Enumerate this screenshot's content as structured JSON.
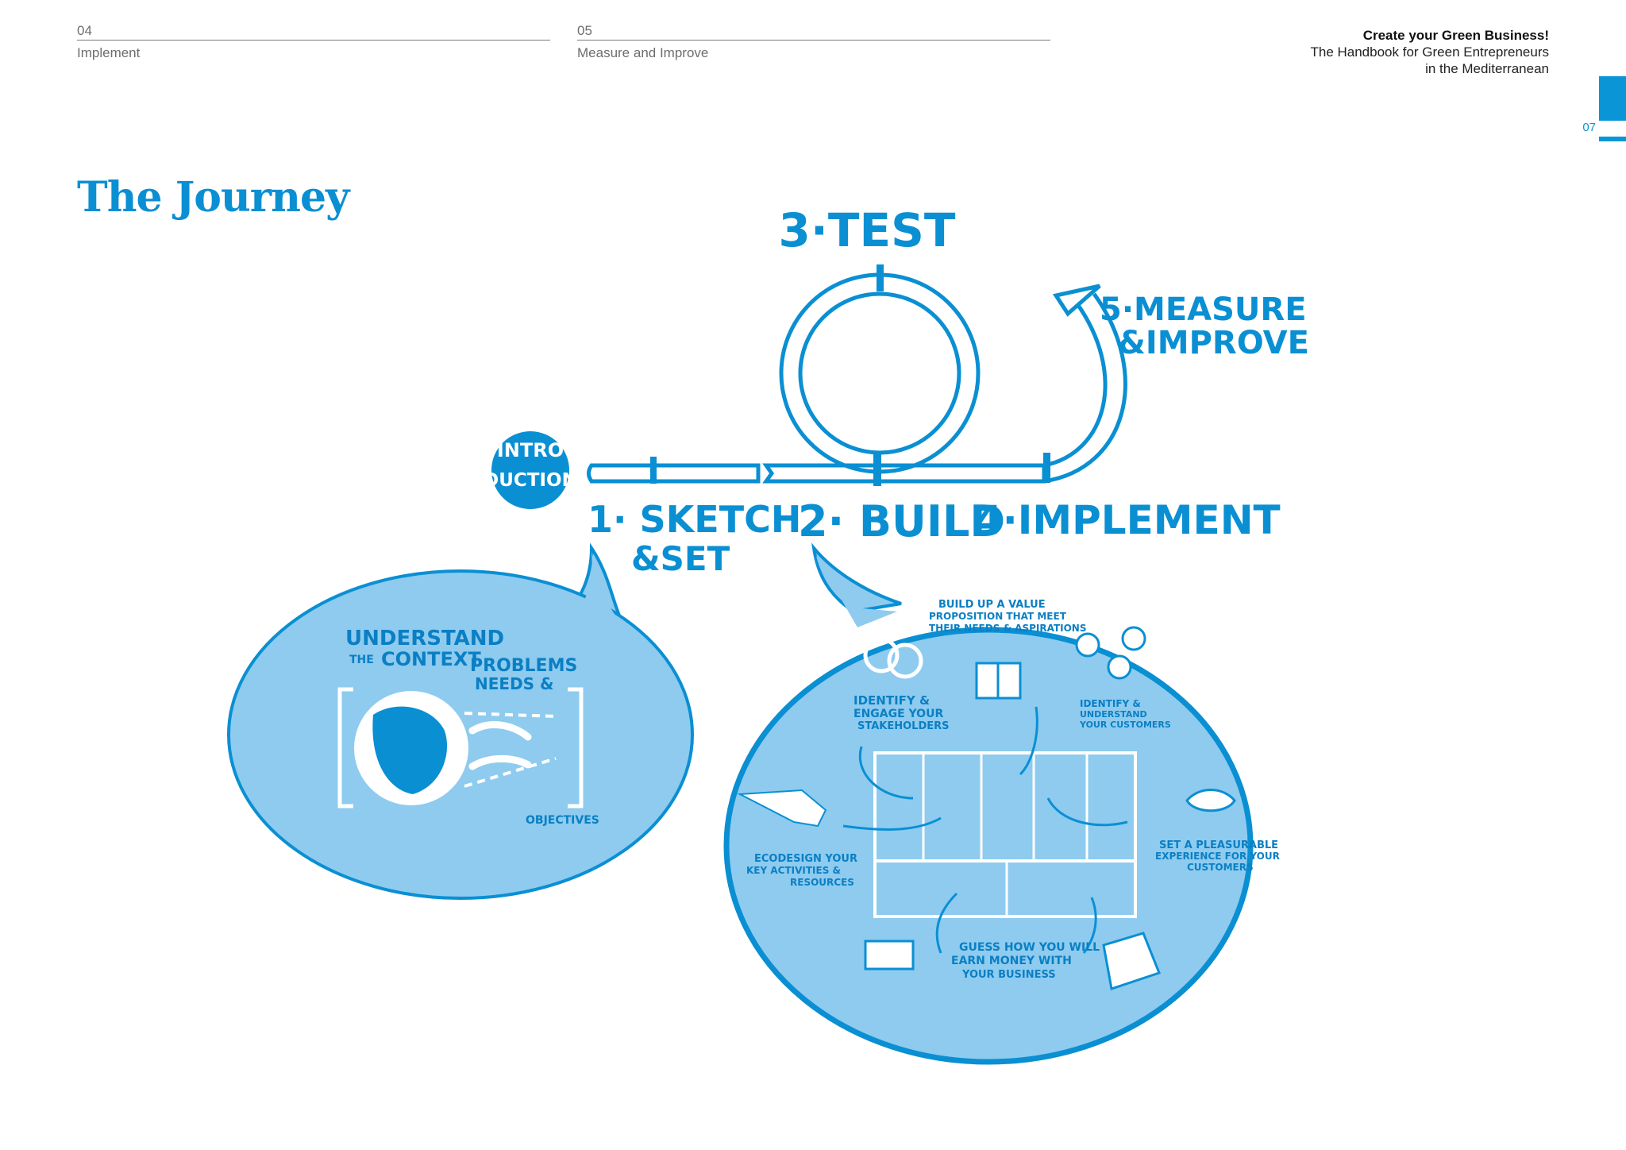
{
  "header": {
    "sections": [
      {
        "number": "04",
        "label": "Implement"
      },
      {
        "number": "05",
        "label": "Measure and Improve"
      }
    ],
    "book_title": "Create your Green Business!",
    "book_subtitle_line1": "The Handbook for Green Entrepreneurs",
    "book_subtitle_line2": "in the Mediterranean",
    "page_number": "07"
  },
  "page_title": "The Journey",
  "journey": {
    "intro_line1": "INTRO",
    "intro_line2": "DUCTION",
    "step1_line1": "1· SKETCH",
    "step1_line2": "&SET",
    "step2": "2· BUILD",
    "step3": "3·TEST",
    "step4": "4·IMPLEMENT",
    "step5_line1": "5·MEASURE",
    "step5_line2": "&IMPROVE"
  },
  "bubble_left": {
    "understand": "UNDERSTAND",
    "the": "THE",
    "context": "CONTEXT",
    "problems": "PROBLEMS",
    "needs": "NEEDS &",
    "objectives": "OBJECTIVES"
  },
  "bubble_right": {
    "value_line1": "BUILD UP A VALUE",
    "value_line2": "PROPOSITION THAT MEET",
    "value_line3": "THEIR NEEDS & ASPIRATIONS",
    "identify_line1": "IDENTIFY &",
    "identify_line2": "ENGAGE YOUR",
    "identify_line3": "STAKEHOLDERS",
    "customers_line1": "IDENTIFY &",
    "customers_line2": "UNDERSTAND",
    "customers_line3": "YOUR CUSTOMERS",
    "ecodesign_line1": "ECODESIGN YOUR",
    "ecodesign_line2": "KEY ACTIVITIES &",
    "ecodesign_line3": "RESOURCES",
    "experience_line1": "SET A PLEASURABLE",
    "experience_line2": "EXPERIENCE FOR YOUR",
    "experience_line3": "CUSTOMERS",
    "money_line1": "GUESS HOW YOU WILL",
    "money_line2": "EARN MONEY WITH",
    "money_line3": "YOUR BUSINESS"
  },
  "colors": {
    "accent": "#0a8fd3",
    "bubble_fill": "#8ecbef",
    "tab": "#0a95d6"
  }
}
